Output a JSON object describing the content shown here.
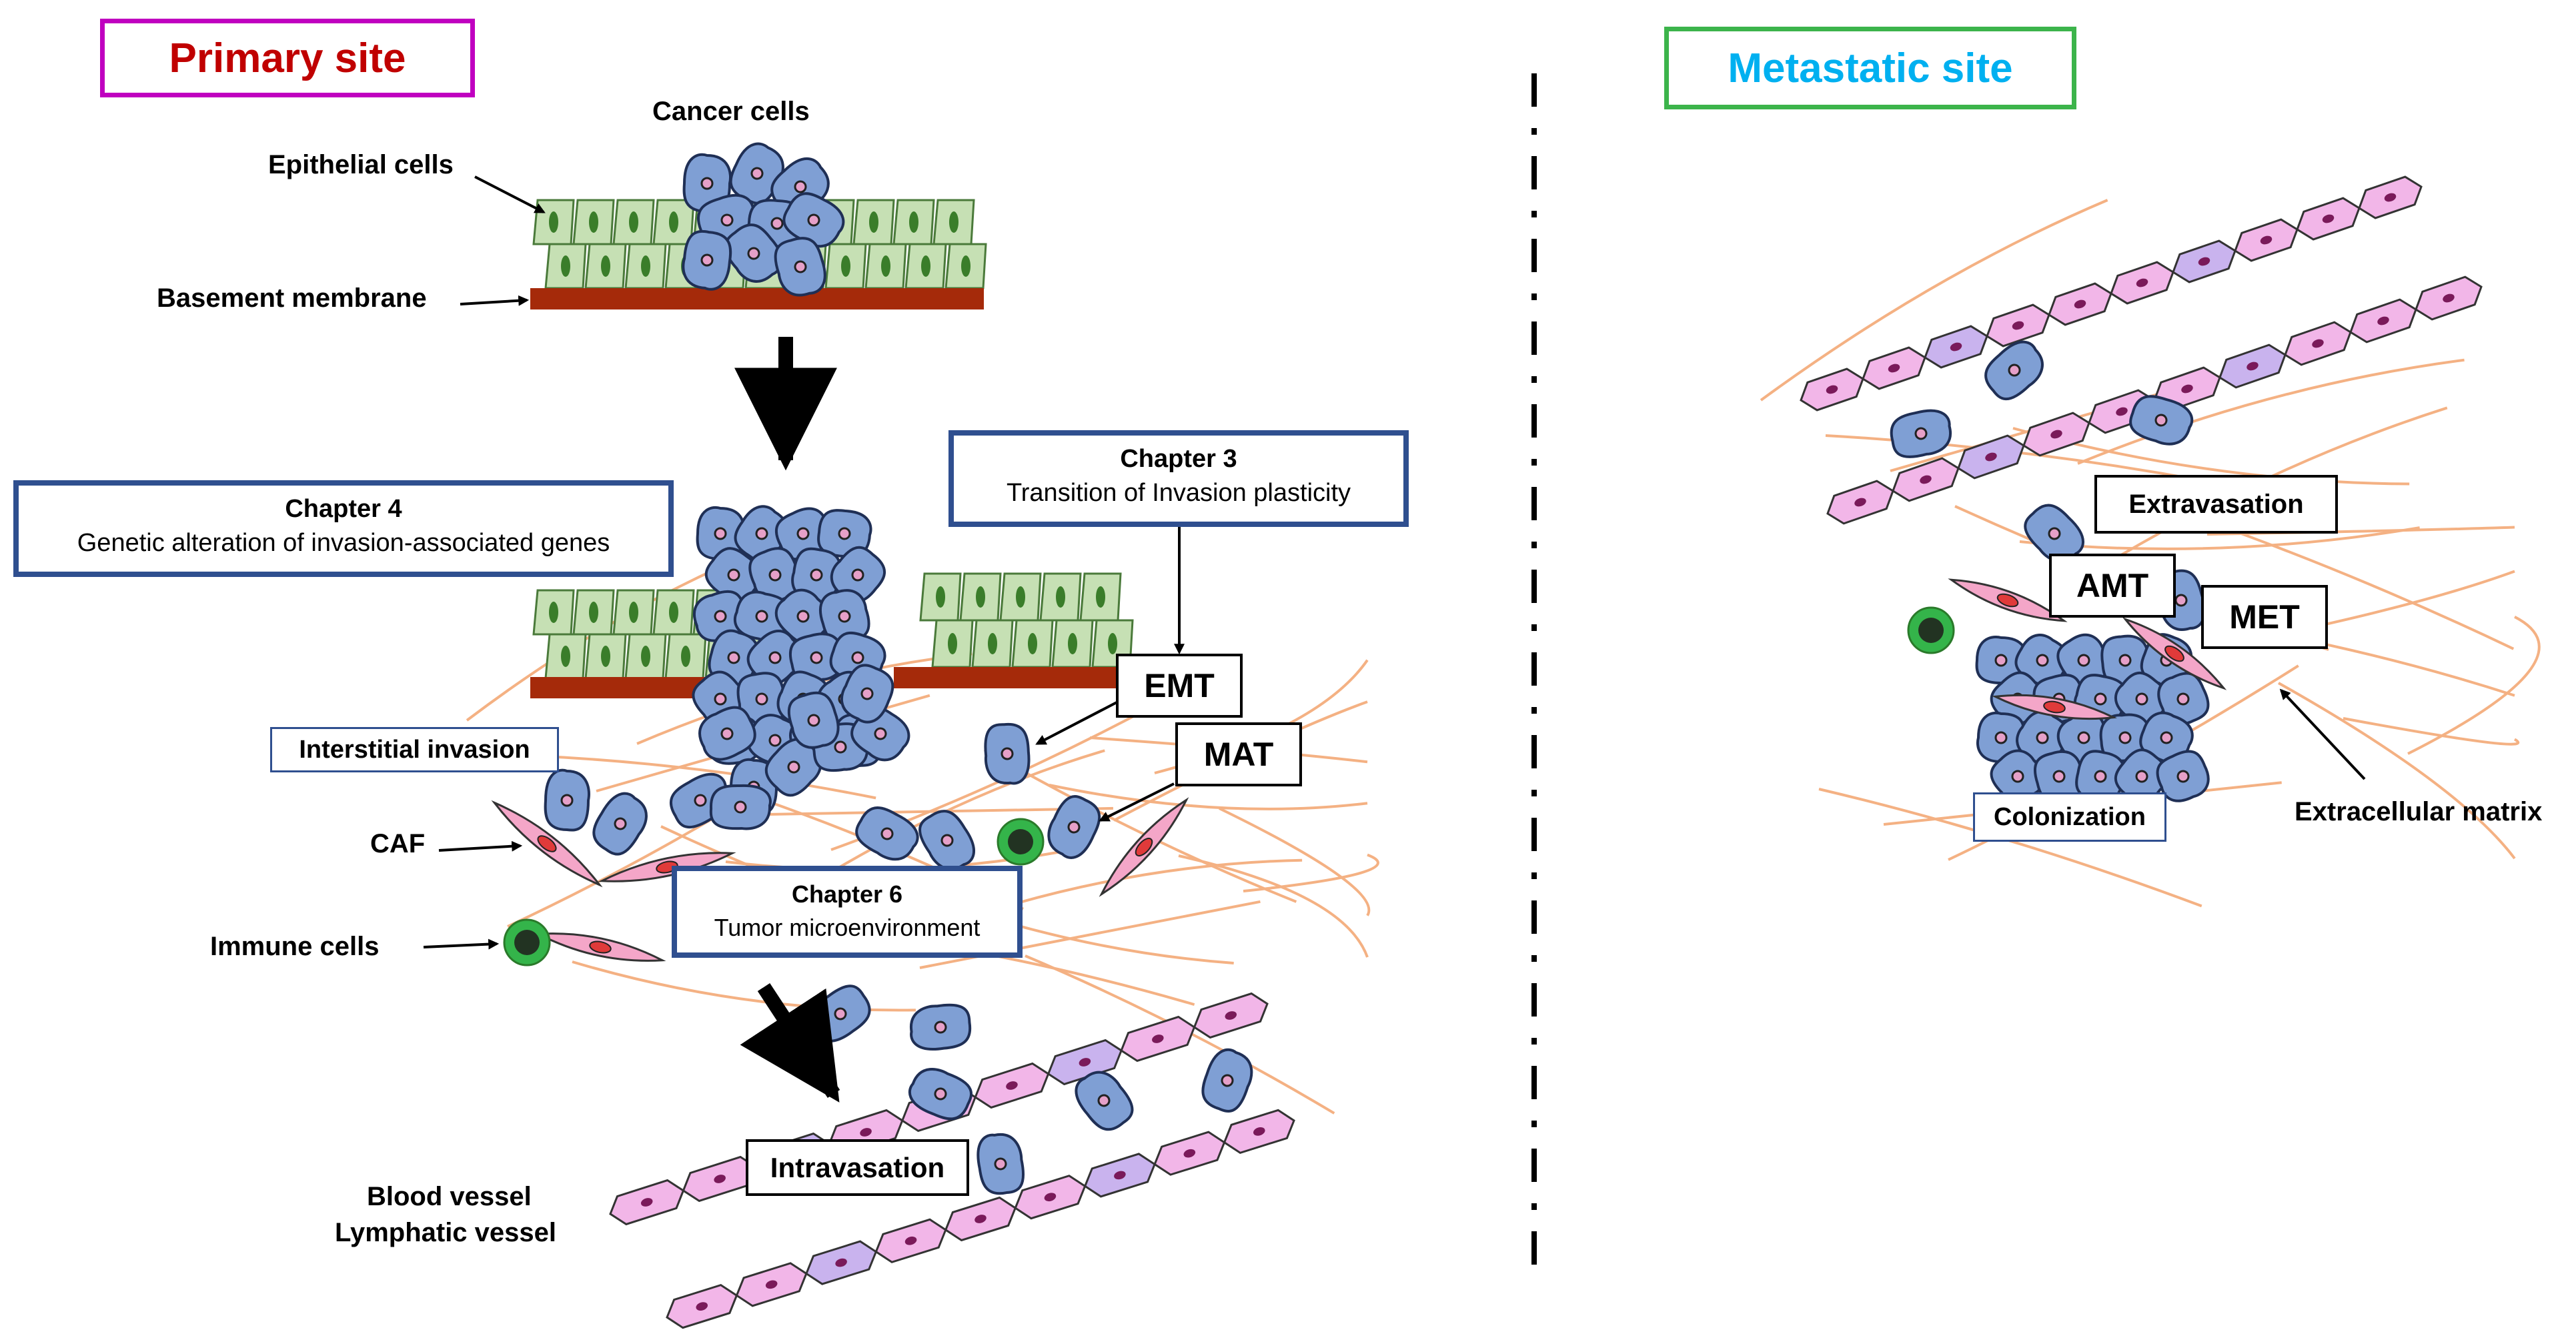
{
  "primary": {
    "title": "Primary site",
    "title_color": "#c00000",
    "box_color": "#c000c0",
    "labels": {
      "cancer_cells": "Cancer cells",
      "epithelial_cells": "Epithelial cells",
      "basement_membrane": "Basement membrane",
      "interstitial_invasion": "Interstitial invasion",
      "caf": "CAF",
      "immune_cells": "Immune cells",
      "vessel_line1": "Blood vessel",
      "vessel_line2": "Lymphatic vessel",
      "emt": "EMT",
      "mat": "MAT",
      "intravasation": "Intravasation"
    },
    "chapters": {
      "ch4_title": "Chapter 4",
      "ch4_text": "Genetic alteration of invasion-associated genes",
      "ch3_title": "Chapter 3",
      "ch3_text": "Transition  of Invasion plasticity",
      "ch6_title": "Chapter 6",
      "ch6_text": "Tumor microenvironment"
    }
  },
  "metastatic": {
    "title": "Metastatic site",
    "title_color": "#00b0f0",
    "box_color": "#3cb44b",
    "labels": {
      "extravasation": "Extravasation",
      "amt": "AMT",
      "met": "MET",
      "colonization": "Colonization",
      "ecm": "Extracellular matrix"
    }
  },
  "colors": {
    "chapter_border": "#2f4f8f",
    "cancer_cell": "#7f9fd4",
    "epithelial": "#c6e0b4",
    "epithelial_nucleus": "#3a7d2a",
    "membrane": "#a52a0a",
    "vessel": "#f2b6e8",
    "caf": "#f4a6c8",
    "fiber": "#f4b183",
    "immune": "#34b44a"
  },
  "icons": [
    "cancer-cell-icon",
    "epithelial-cell-icon",
    "caf-icon",
    "immune-cell-icon",
    "vessel-cell-icon"
  ]
}
